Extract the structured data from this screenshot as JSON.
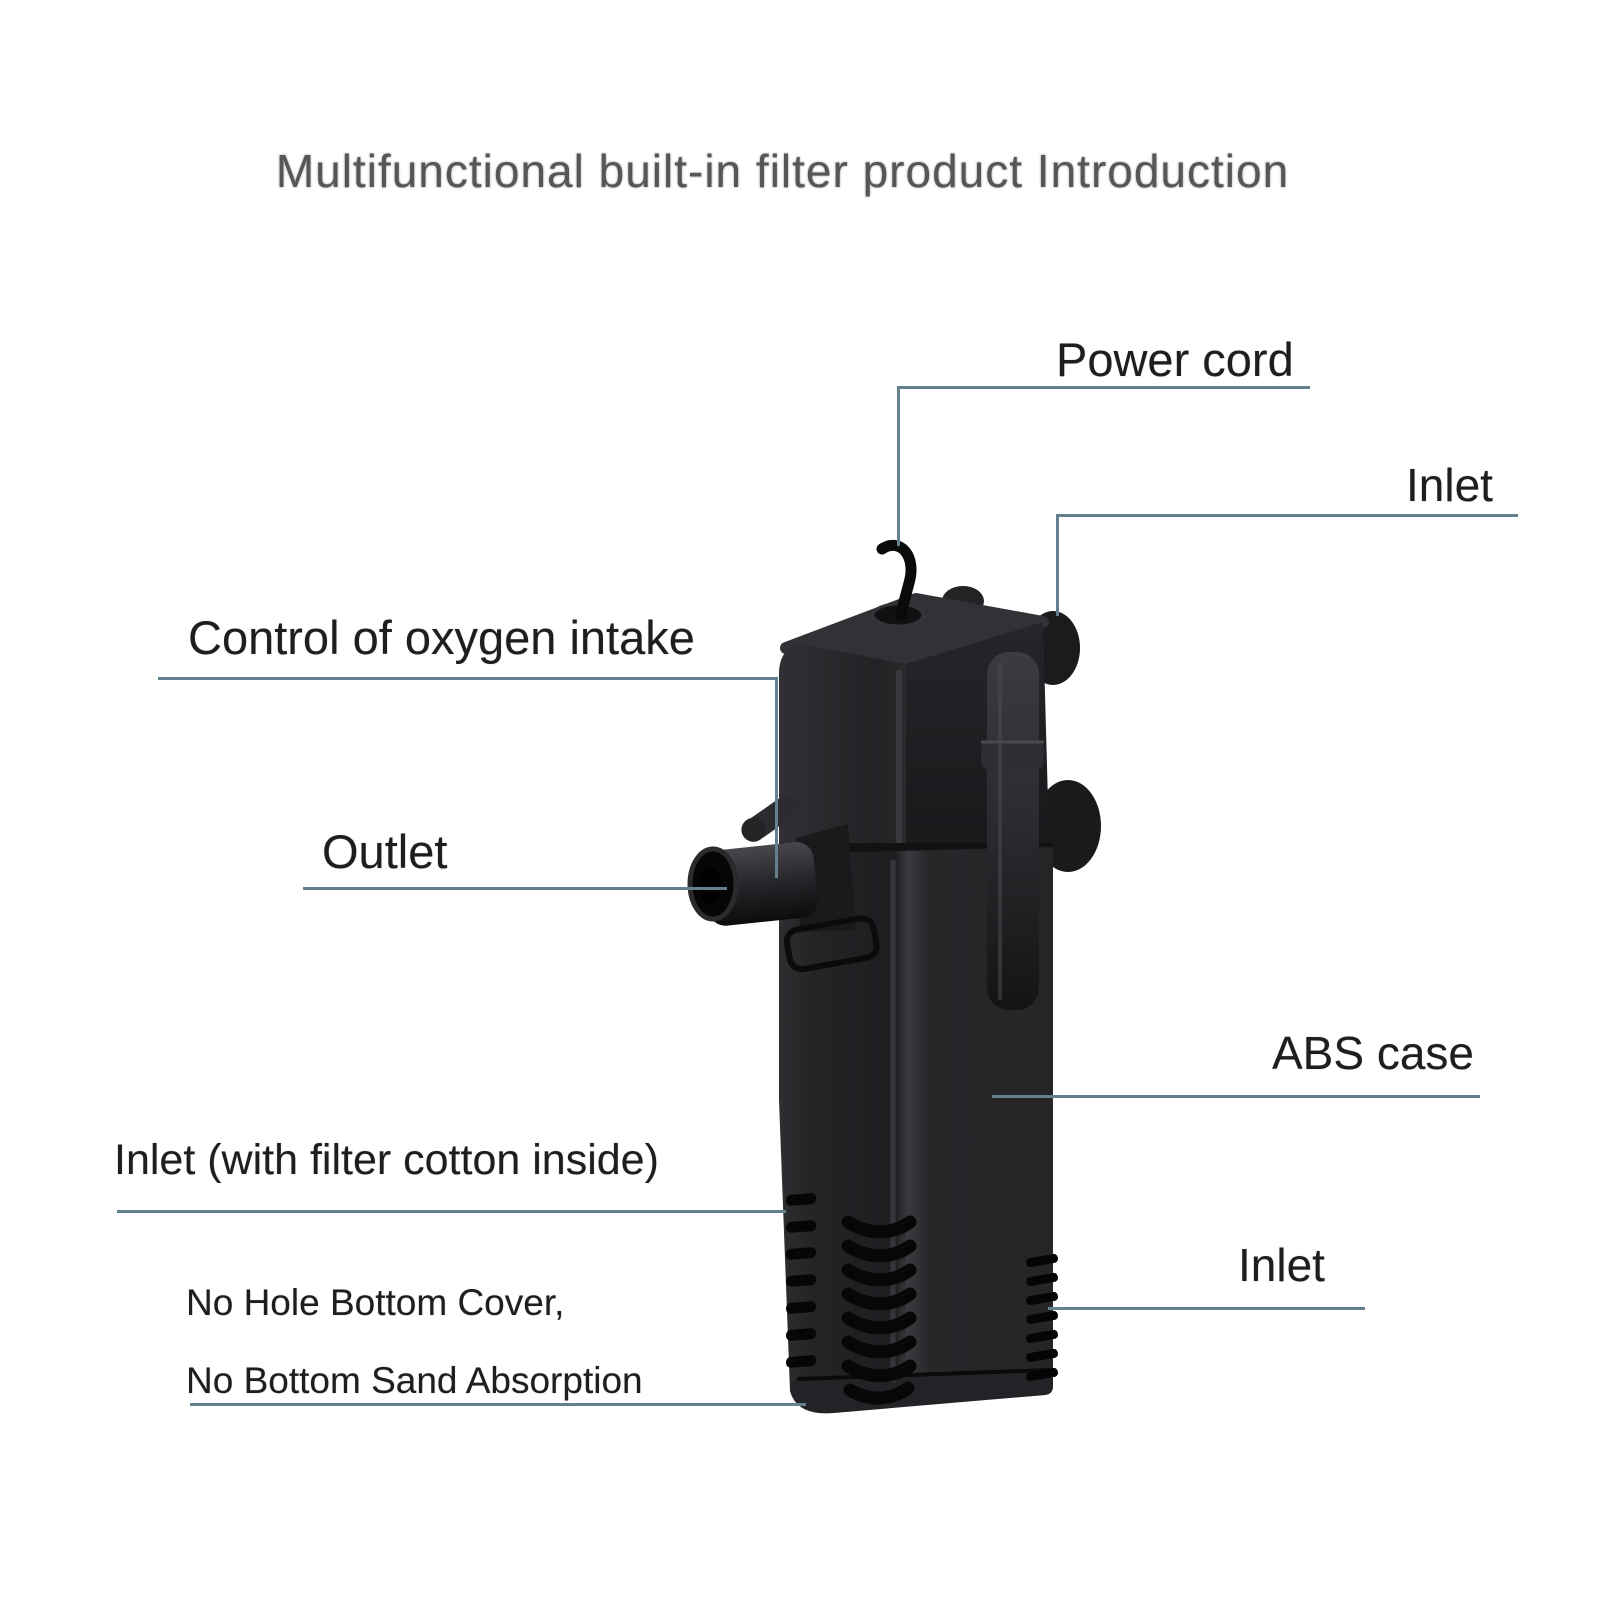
{
  "title": "Multifunctional built-in filter product Introduction",
  "callouts": {
    "power_cord": "Power cord",
    "inlet_top": "Inlet",
    "oxygen_control": "Control of oxygen intake",
    "outlet": "Outlet",
    "abs_case": "ABS case",
    "inlet_filter_cotton": "Inlet (with filter cotton inside)",
    "inlet_bottom": "Inlet",
    "bottom_note_line1": "No Hole Bottom Cover,",
    "bottom_note_line2": "No Bottom Sand Absorption"
  },
  "illustration": {
    "subject": "aquarium internal filter pump",
    "parts": [
      "power-cord",
      "motor-head",
      "oxygen-intake-column",
      "outlet-tube",
      "air-intake-nozzle",
      "abs-case-body",
      "suction-cups",
      "inlet-slots-left",
      "inlet-slats-front",
      "inlet-slots-right",
      "bottom-cover"
    ]
  },
  "colors": {
    "background": "#ffffff",
    "leader_line": "#64808f",
    "label_text": "#1e1e1e",
    "title_text": "#565656",
    "device_black": "#1c1c1e"
  }
}
